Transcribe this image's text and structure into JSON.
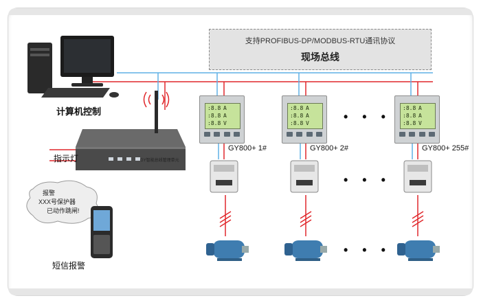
{
  "bus": {
    "protocol": "支持PROFIBUS-DP/MODBUS-RTU通讯协议",
    "title": "现场总线"
  },
  "labels": {
    "computer": "计算机控制",
    "indicator": "指示灯",
    "sms": "短信报警",
    "gateway_model": "GY智能总线管理单元",
    "bubble_lines": [
      "报警",
      "XXX号保护器",
      "已动作跳闸!"
    ]
  },
  "devices": [
    {
      "id": "GY800+ 1#"
    },
    {
      "id": "GY800+ 2#"
    },
    {
      "id": "GY800+ 255#"
    }
  ],
  "ellipsis": "• • •",
  "colors": {
    "bus_blue": "#5fb0e6",
    "bus_red": "#e0262a"
  }
}
